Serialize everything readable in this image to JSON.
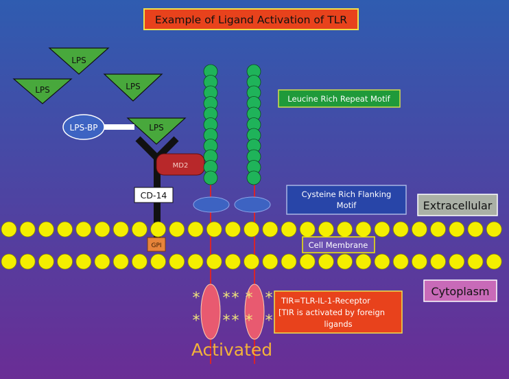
{
  "title": "Example of Ligand Activation of TLR",
  "lps_label": "LPS",
  "lps_bp_label": "LPS-BP",
  "md2_label": "MD2",
  "cd14_label": "CD-14",
  "gpi_label": "GPI",
  "leucine_label": "Leucine Rich Repeat Motif",
  "cysteine_label_line1": "Cysteine Rich Flanking",
  "cysteine_label_line2": "Motif",
  "extracellular_label": "Extracellular",
  "cell_membrane_label": "Cell Membrane",
  "cytoplasm_label": "Cytoplasm",
  "tir_label_line1": "TIR=TLR-IL-1-Receptor",
  "tir_label_line2": "[TIR is activated by foreign",
  "tir_label_line3": "ligands",
  "activated_label": "Activated",
  "activation_mark": "*",
  "colors": {
    "background_top": "#2f5cb0",
    "background_bottom": "#6a2d95",
    "lps_green": "#48a83c",
    "lrr_green": "#1fb35a",
    "membrane_yellow": "#f4ee00",
    "receptor_red": "#d8242a",
    "title_box": "#e8421c",
    "md2": "#b8282a",
    "gpi": "#e7843a",
    "tir_pink": "#e85a70",
    "cytoplasm_box": "#c86ab8",
    "extracellular_box": "#aab0a6",
    "activated_text": "#f3b23a",
    "star": "#f0e67a",
    "ellipse_blue": "#3d63c2",
    "cysteine_box": "#2845a8",
    "leucine_box": "#1f9a3a",
    "cell_membrane_box": "#6a4fb0"
  }
}
